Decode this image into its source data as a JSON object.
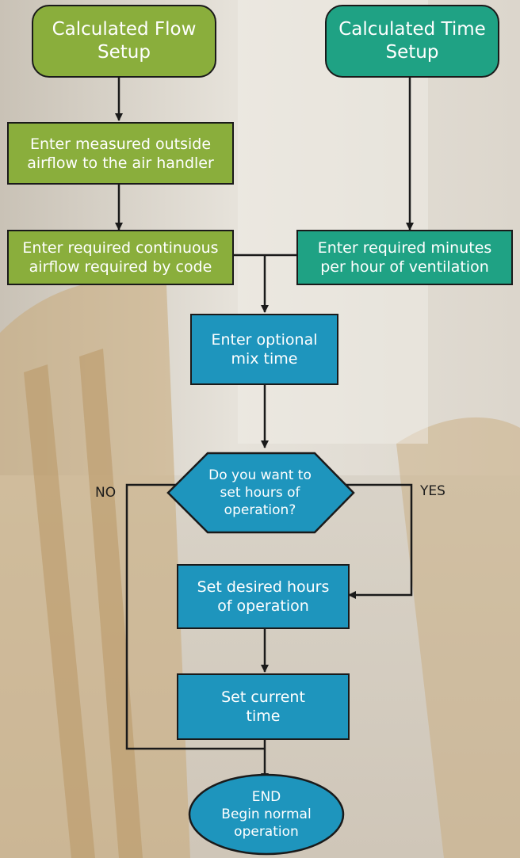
{
  "nodes": {
    "flow_setup": "Calculated Flow\nSetup",
    "time_setup": "Calculated Time\nSetup",
    "measured_airflow": "Enter measured outside\nairflow to the air handler",
    "required_airflow": "Enter required continuous\nairflow required by code",
    "required_minutes": "Enter required minutes\nper hour of ventilation",
    "mix_time": "Enter optional\nmix time",
    "decision": "Do you want to\nset hours of\noperation?",
    "desired_hours": "Set desired hours\nof operation",
    "current_time": "Set current\ntime",
    "end": "END\nBegin normal\noperation"
  },
  "branch_labels": {
    "no": "NO",
    "yes": "YES"
  },
  "colors": {
    "green": "#8aae3c",
    "teal": "#1fa284",
    "blue": "#1e95bd",
    "stroke": "#1a1a1a"
  }
}
